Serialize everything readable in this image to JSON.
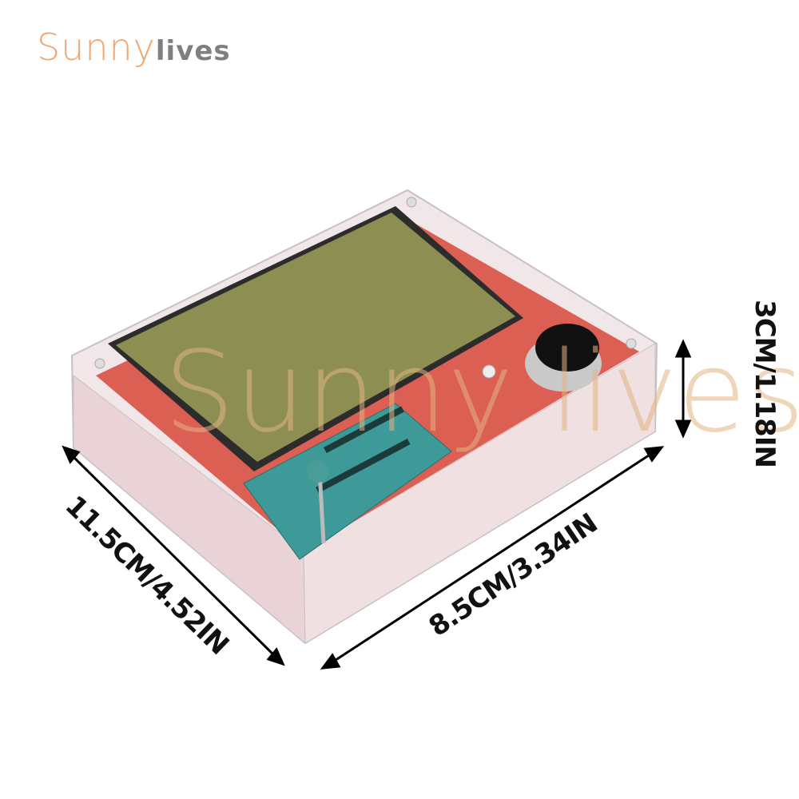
{
  "logo": {
    "part1": "Sunny",
    "part2": "lives"
  },
  "watermark": "Sunny lives",
  "dimensions": {
    "height": "3CM/1.18IN",
    "length": "11.5CM/4.52IN",
    "width": "8.5CM/3.34IN"
  },
  "colors": {
    "logo_orange": "#f0a872",
    "logo_gray": "#7f7f7f",
    "lcd": "#8d8f52",
    "pcb": "#d8473a",
    "socket": "#3e9a98"
  }
}
